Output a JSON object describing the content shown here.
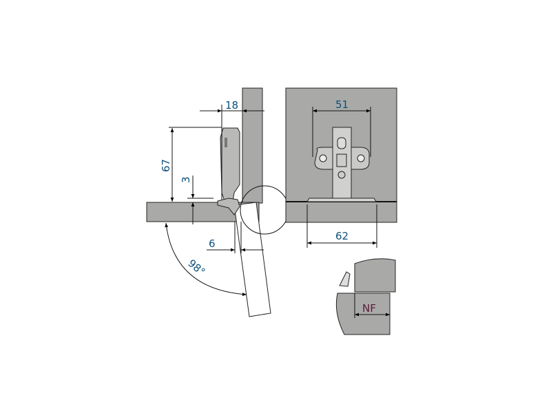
{
  "side_view": {
    "dim_overlay": "18",
    "dim_height": "67",
    "dim_offset": "3",
    "dim_door_gap": "6",
    "opening_angle": "98°"
  },
  "front_view": {
    "dim_hole_spacing": "51",
    "dim_plate_width": "62"
  },
  "detail_view": {
    "label": "NF"
  },
  "colors": {
    "panel": "#a9aaa8",
    "dimension_text": "#0d4f7a",
    "detail_text": "#5a1a3a"
  }
}
